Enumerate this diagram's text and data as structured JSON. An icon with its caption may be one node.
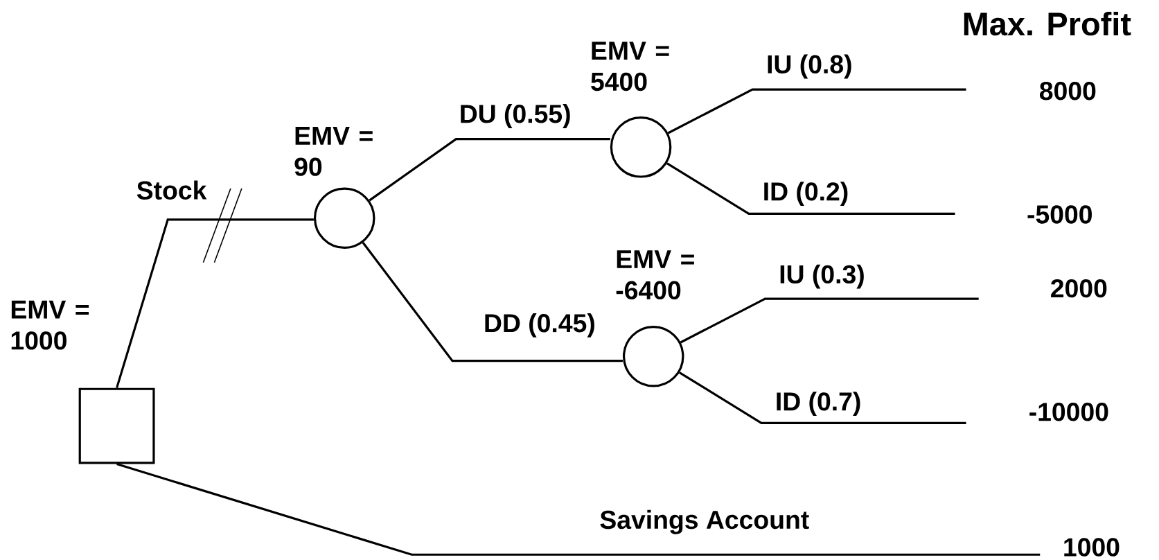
{
  "diagram": {
    "nodes": [
      {
        "text": [],
        "shape": "box",
        "beside": [
          "EMV = 1000"
        ]
      },
      {
        "text": [],
        "shape": "circle",
        "beside": [
          "EMV = 90"
        ]
      },
      {
        "text": [],
        "shape": "circle",
        "beside": [
          "EMV = 5400"
        ]
      },
      {
        "text": [],
        "shape": "circle",
        "beside": [
          "EMV = -6400"
        ]
      },
      {
        "text": [
          "8000"
        ]
      },
      {
        "text": [
          "-5000"
        ]
      },
      {
        "text": [
          "2000"
        ]
      },
      {
        "text": [
          "-10000"
        ]
      },
      {
        "text": [
          "1000"
        ]
      }
    ],
    "edges": [
      {
        "from": 0,
        "to": 1,
        "arrow": "none",
        "label": "Stock"
      },
      {
        "from": 1,
        "to": 2,
        "arrow": "none",
        "label": "DU (0.55)"
      },
      {
        "from": 1,
        "to": 3,
        "arrow": "none",
        "label": "DD (0.45)"
      },
      {
        "from": 2,
        "to": 4,
        "arrow": "none",
        "label": "IU (0.8)"
      },
      {
        "from": 2,
        "to": 5,
        "arrow": "none",
        "label": "ID (0.2)"
      },
      {
        "from": 3,
        "to": 6,
        "arrow": "none",
        "label": "IU (0.3)"
      },
      {
        "from": 3,
        "to": 7,
        "arrow": "none",
        "label": "ID (0.7)"
      },
      {
        "from": 0,
        "to": 8,
        "arrow": "none",
        "label": "Savings Account"
      }
    ],
    "labels": [
      "Max. Profit"
    ]
  }
}
